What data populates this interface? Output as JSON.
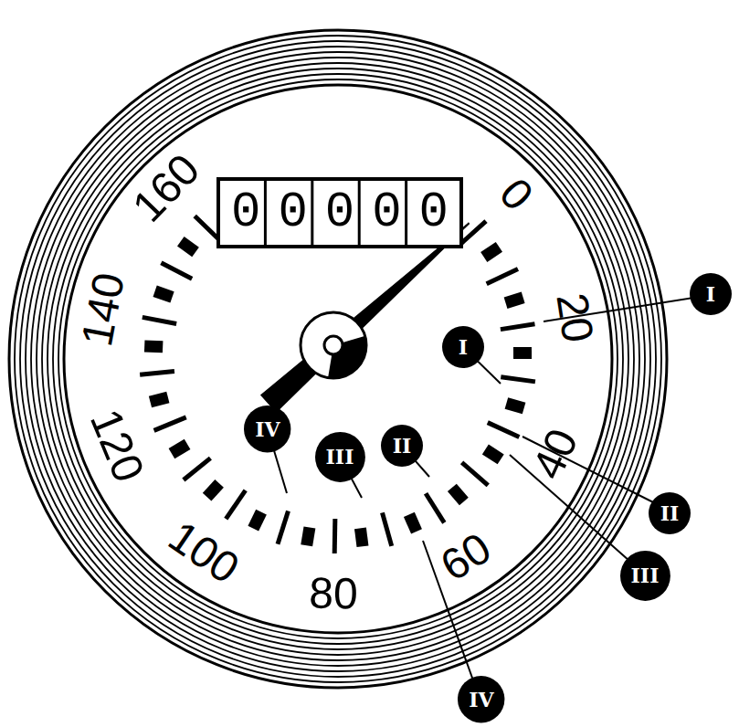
{
  "diagram": {
    "nodes": [
      {
        "text": [
          "00000"
        ]
      },
      {
        "text": [
          "I"
        ]
      },
      {
        "text": [
          "II"
        ]
      },
      {
        "text": [
          "III"
        ]
      },
      {
        "text": [
          "IV"
        ]
      },
      {
        "text": [
          "I"
        ]
      },
      {
        "text": [
          "II"
        ]
      },
      {
        "text": [
          "III"
        ]
      },
      {
        "text": [
          "IV"
        ]
      }
    ],
    "labels": [
      "0",
      "20",
      "40",
      "60",
      "80",
      "100",
      "120",
      "140",
      "160"
    ]
  }
}
